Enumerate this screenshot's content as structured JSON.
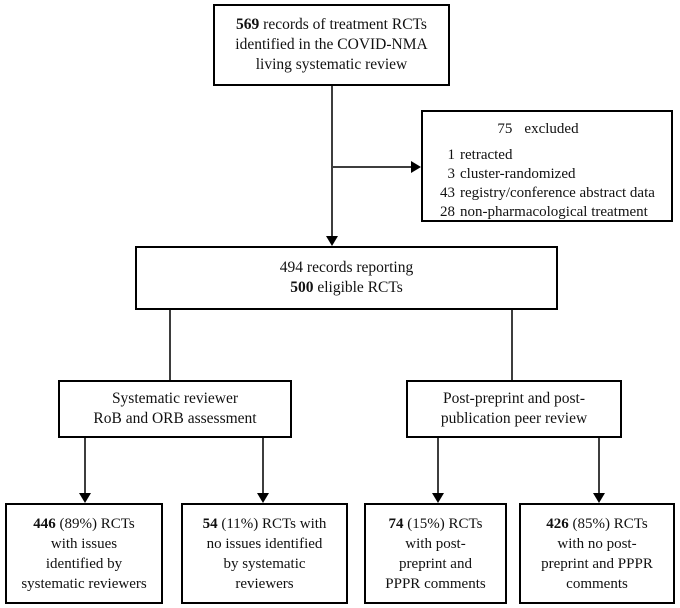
{
  "colors": {
    "background": "#ffffff",
    "box_border": "#000000",
    "connector_line": "#3d3d3d",
    "text": "#111111"
  },
  "boxes": {
    "top": {
      "lines": [
        {
          "b": "569",
          "t": " records of treatment RCTs"
        },
        {
          "t": "identified in the COVID-NMA"
        },
        {
          "t": "living systematic review"
        }
      ]
    },
    "excluded": {
      "title_number": "75",
      "title_label": "excluded",
      "items": [
        {
          "n": "1",
          "label": "retracted"
        },
        {
          "n": "3",
          "label": "cluster-randomized"
        },
        {
          "n": "43",
          "label": "registry/conference abstract data"
        },
        {
          "n": "28",
          "label": "non-pharmacological treatment"
        }
      ]
    },
    "records": {
      "lines": [
        {
          "t": "494 records reporting"
        },
        {
          "b": "500",
          "t": " eligible RCTs"
        }
      ]
    },
    "branch_left": {
      "lines": [
        {
          "t": "Systematic reviewer"
        },
        {
          "t": "RoB and ORB assessment"
        }
      ]
    },
    "branch_right": {
      "lines": [
        {
          "t": "Post-preprint and post-"
        },
        {
          "t": "publication peer review"
        }
      ]
    },
    "outcome1": {
      "lines": [
        {
          "b": "446",
          "t": " (89%) RCTs"
        },
        {
          "t": "with issues"
        },
        {
          "t": "identified by"
        },
        {
          "t": "systematic reviewers"
        }
      ]
    },
    "outcome2": {
      "lines": [
        {
          "b": "54",
          "t": " (11%) RCTs with"
        },
        {
          "t": "no issues identified"
        },
        {
          "t": "by systematic"
        },
        {
          "t": "reviewers"
        }
      ]
    },
    "outcome3": {
      "lines": [
        {
          "b": "74",
          "t": " (15%) RCTs"
        },
        {
          "t": "with post-"
        },
        {
          "t": "preprint and"
        },
        {
          "t": "PPPR comments"
        }
      ]
    },
    "outcome4": {
      "lines": [
        {
          "b": "426",
          "t": " (85%) RCTs"
        },
        {
          "t": "with no post-"
        },
        {
          "t": "preprint and PPPR"
        },
        {
          "t": "comments"
        }
      ]
    }
  }
}
